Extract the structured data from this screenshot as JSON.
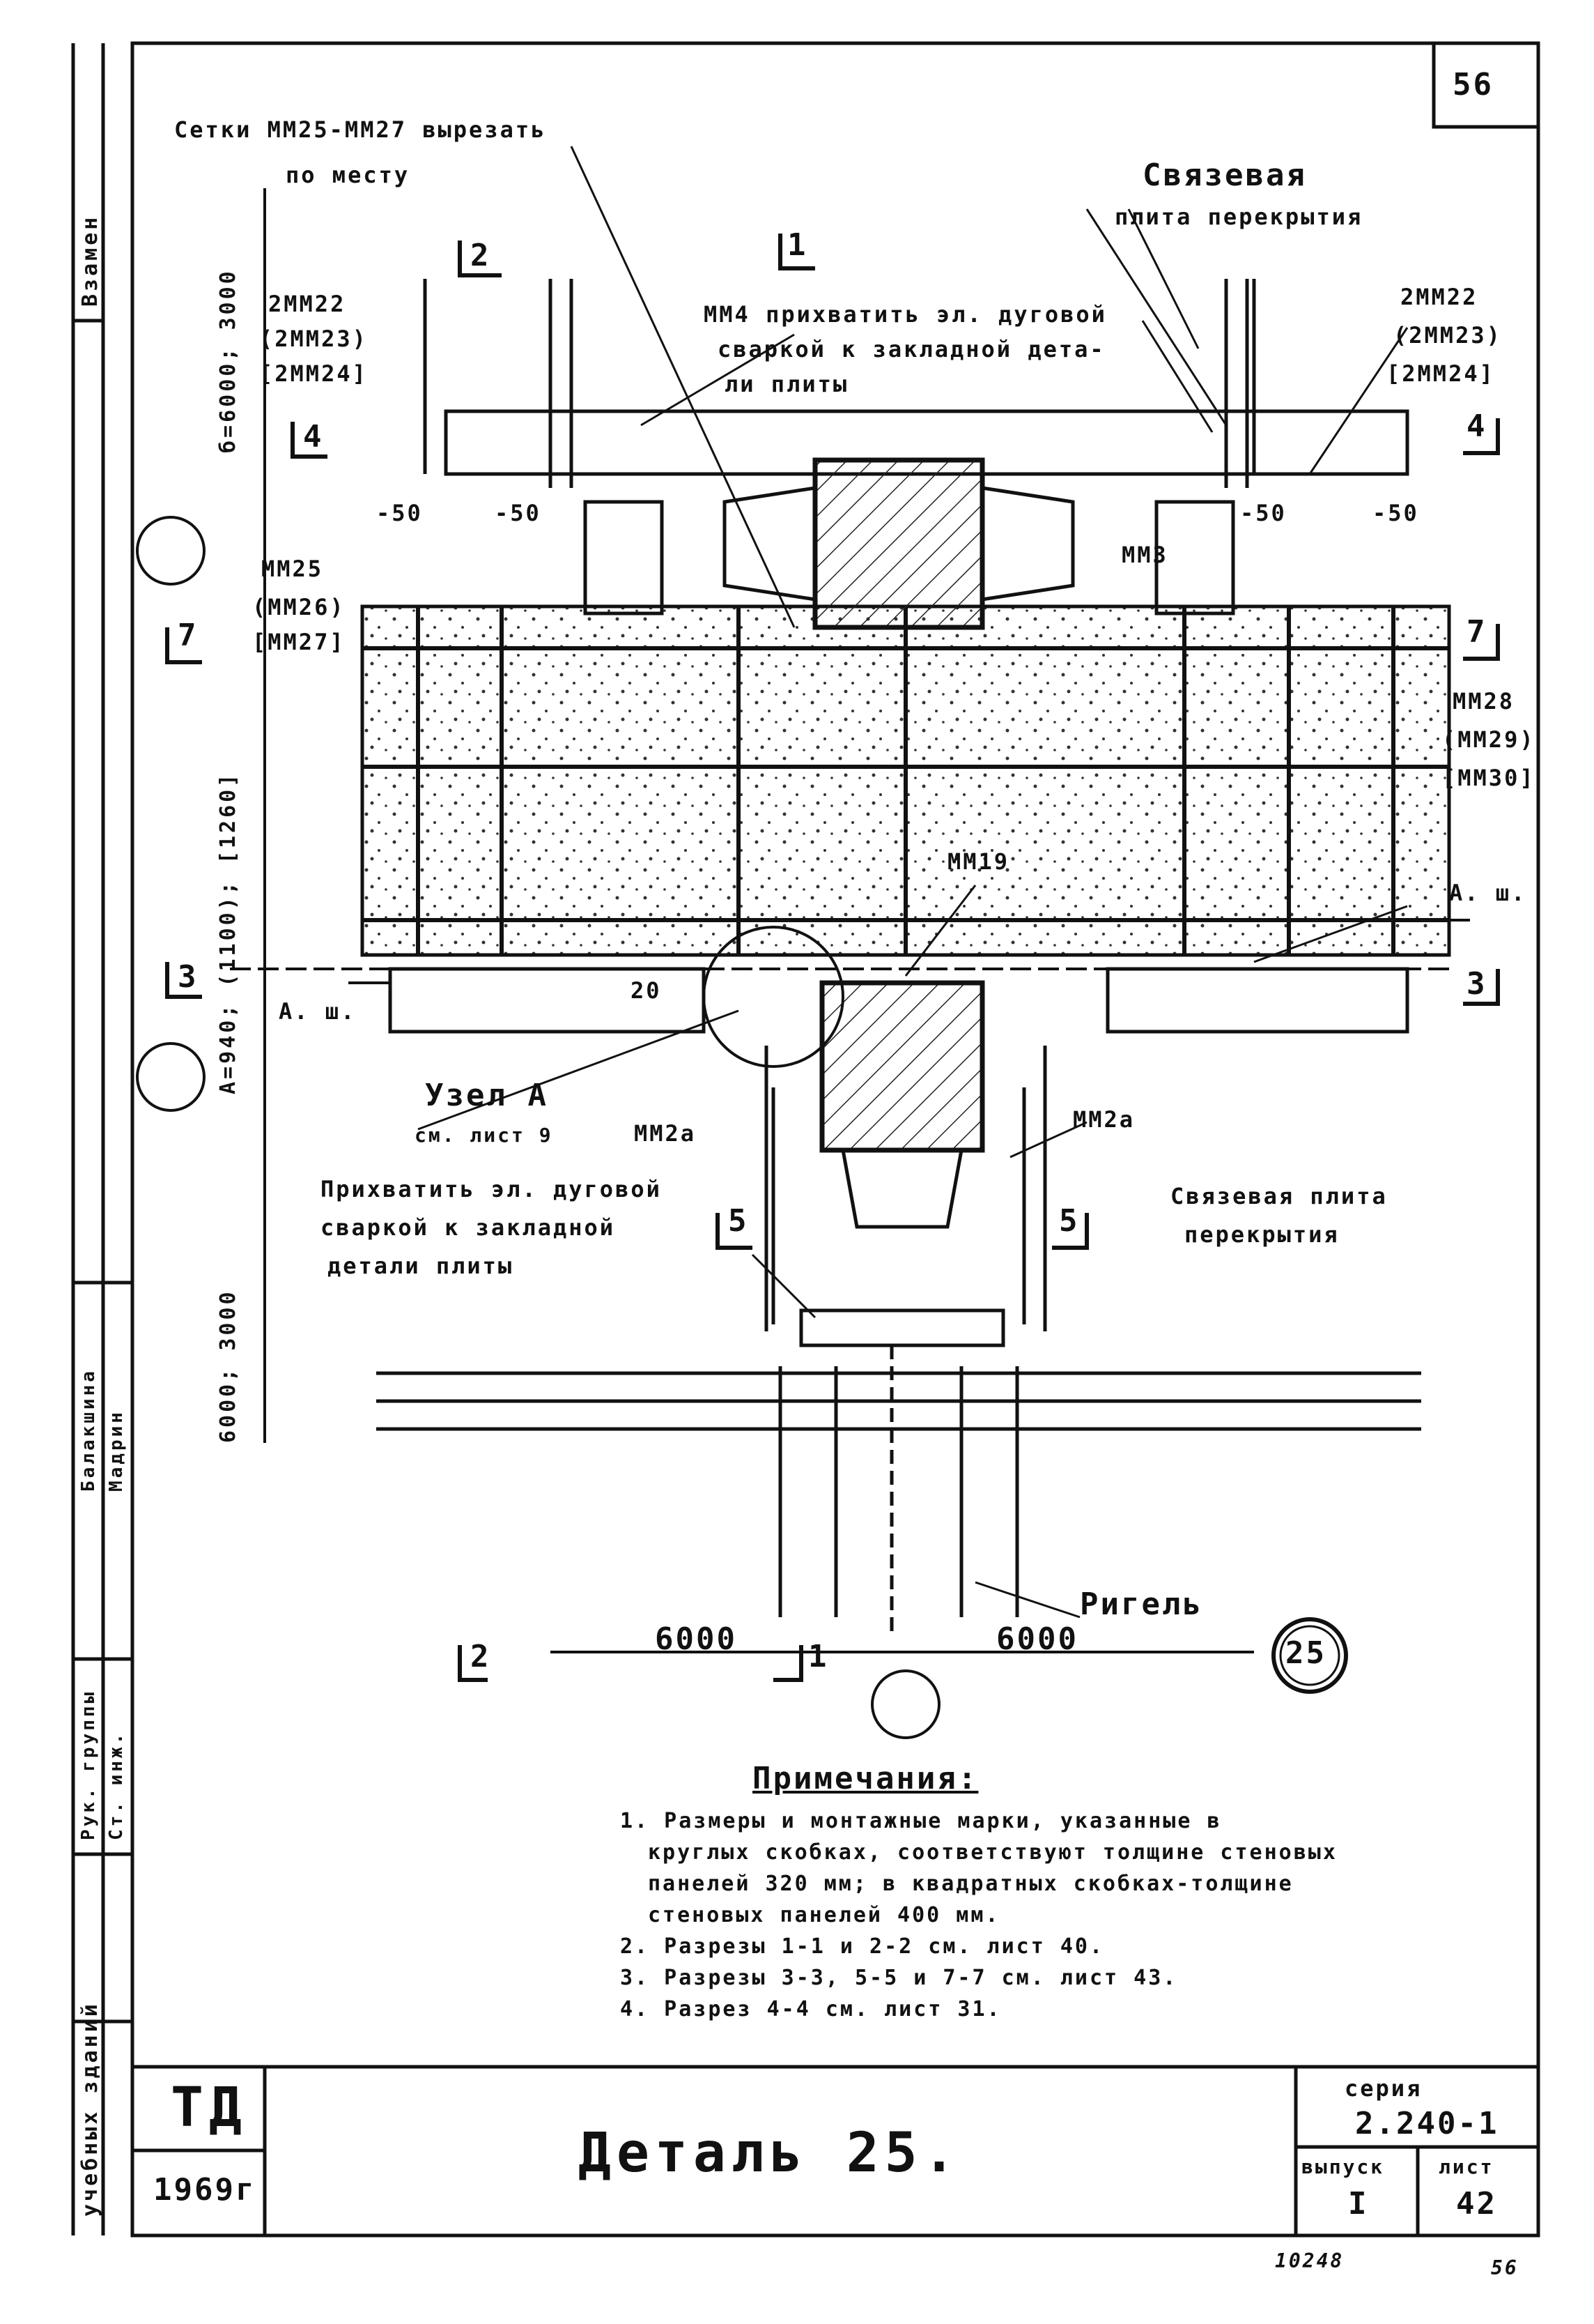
{
  "sheet_number": "56",
  "labels": {
    "cut_mesh_1": "Сетки ММ25-ММ27 вырезать",
    "cut_mesh_2": "по месту",
    "tie_slab_1": "Связевая",
    "tie_slab_2": "плита перекрытия",
    "mm4_1": "ММ4 прихватить эл. дуговой",
    "mm4_2": "сваркой к закладной дета-",
    "mm4_3": "ли плиты",
    "left_mesh": [
      "2ММ22",
      "(2ММ23)",
      "[2ММ24]"
    ],
    "right_mesh": [
      "2ММ22",
      "(2ММ23)",
      "[2ММ24]"
    ],
    "mm25": [
      "ММ25",
      "(ММ26)",
      "[ММ27]"
    ],
    "mm28": [
      "ММ28",
      "(ММ29)",
      "[ММ30]"
    ],
    "mm3": "ММ3",
    "mm19": "ММ19",
    "mm2a_left": "ММ2а",
    "mm2a_right": "ММ2а",
    "node_a_1": "Узел А",
    "node_a_2": "см. лист 9",
    "weld_1": "Прихватить эл. дуговой",
    "weld_2": "сваркой к закладной",
    "weld_3": "детали плиты",
    "tie_slab2_1": "Связевая плита",
    "tie_slab2_2": "перекрытия",
    "riegel": "Ригель",
    "span_left": "6000",
    "span_right": "6000",
    "detail_num": "25",
    "dim_ab": "б=6000; 3000",
    "dim_mid": "А=940; (1100); [1260]",
    "dim_low": "6000; 3000",
    "d_20": "20",
    "ash_left": "А. ш.",
    "ash_right": "А. ш.",
    "frac_50": "-50",
    "sec_2": "2",
    "sec_1": "1",
    "sec_4": "4",
    "sec_7": "7",
    "sec_3": "3",
    "sec_5": "5"
  },
  "notes": {
    "title": "Примечания:",
    "items": [
      "1. Размеры и монтажные марки, указанные в",
      "круглых скобках, соответствуют толщине стеновых",
      "панелей 320 мм; в квадратных скобках-толщине",
      "стеновых панелей 400 мм.",
      "2. Разрезы 1-1 и 2-2 см. лист 40.",
      "3. Разрезы 3-3, 5-5 и 7-7 см. лист 43.",
      "4. Разрез 4-4 см. лист 31."
    ]
  },
  "stamp": {
    "td": "ТД",
    "year": "1969г",
    "title": "Деталь 25.",
    "series_label": "серия",
    "series": "2.240-1",
    "issue_label": "выпуск",
    "issue": "I",
    "sheet_label": "лист",
    "sheet": "42",
    "footer_num": "10248",
    "footer_page": "56"
  },
  "side": {
    "vzamen": "Взамен",
    "buildings": "учебных зданий",
    "head_group": "Рук. группы",
    "engineer": "Ст. инж.",
    "name1": "Балакшина",
    "name2": "Мадрин"
  }
}
